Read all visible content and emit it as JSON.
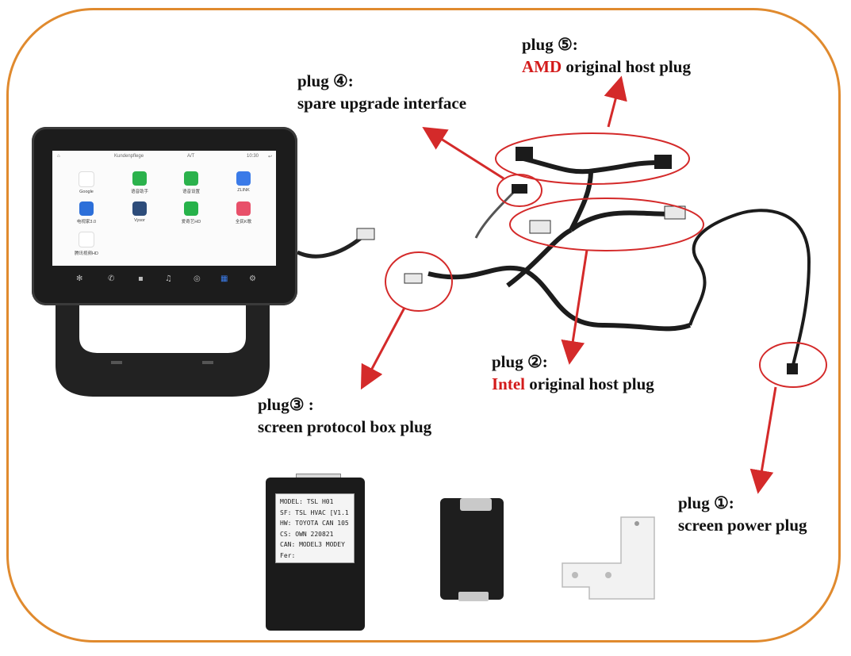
{
  "labels": {
    "plug5": {
      "title": "plug ⑤:",
      "brand": "AMD",
      "rest": " original host plug"
    },
    "plug4": {
      "title": "plug ④:",
      "desc": "spare upgrade interface"
    },
    "plug3": {
      "title": "plug③ :",
      "desc": "screen protocol box plug"
    },
    "plug2": {
      "title": "plug ②:",
      "brand": "Intel",
      "rest": " original host plug"
    },
    "plug1": {
      "title": "plug ①:",
      "desc": "screen power plug"
    }
  },
  "screen": {
    "status_center_left": "Kundenpflege",
    "status_center_right": "A/T",
    "clock": "10:30",
    "apps": [
      {
        "name": "Google",
        "color": "#ffffff"
      },
      {
        "name": "语音助手",
        "color": "#2bb24c"
      },
      {
        "name": "语音设置",
        "color": "#2bb24c"
      },
      {
        "name": "ZLINK",
        "color": "#3b7be8"
      },
      {
        "name": "电视家3.0",
        "color": "#2c6fd9"
      },
      {
        "name": "Vysor",
        "color": "#2d4c7a"
      },
      {
        "name": "爱奇艺HD",
        "color": "#27b24a"
      },
      {
        "name": "全民K歌",
        "color": "#e8506a"
      },
      {
        "name": "腾讯视频HD",
        "color": "#ffffff"
      }
    ],
    "dock_icons": [
      "fan-icon",
      "phone-icon",
      "apps-icon",
      "music-icon",
      "wheel-icon",
      "grid-icon",
      "settings-icon"
    ]
  },
  "protocol_box": {
    "lines": [
      "MODEL: TSL H01",
      "SF: TSL HVAC [V1.1",
      "HW: TOYOTA CAN 105",
      "CS: OWN   220821",
      "CAN: MODEL3 MODEY",
      "Fer:"
    ]
  },
  "colors": {
    "frame": "#e08a2e",
    "accent_red": "#d31a1a",
    "callout": "#d42a2a"
  }
}
